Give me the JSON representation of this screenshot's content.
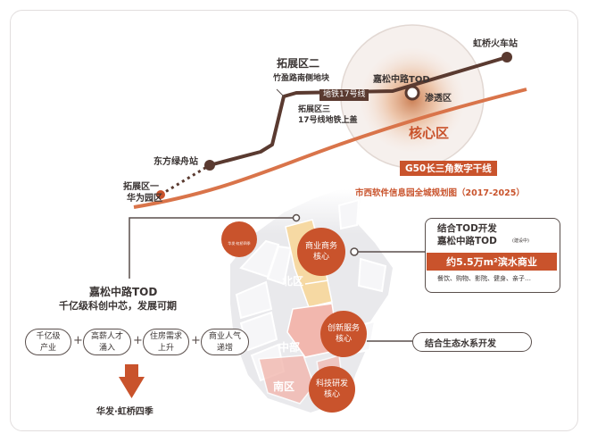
{
  "route": {
    "hongqiao_station": "虹桥火车站",
    "jiasong_tod": "嘉松中路TOD",
    "metro_line": "地铁17号线",
    "penetration_zone": "渗透区",
    "core_zone": "核心区",
    "expansion2_title": "拓展区二",
    "expansion2_sub": "竹盈路南侧地块",
    "expansion3_title": "拓展区三",
    "expansion3_sub": "17号线地铁上盖",
    "dongfang_station": "东方绿舟站",
    "expansion1_title": "拓展区一",
    "expansion1_sub": "华为园区"
  },
  "map": {
    "g50_label": "G50长三角数字干线",
    "plan_caption": "市西软件信息园全城规划图（2017-2025）",
    "logo_text": "华发·虹桥四季",
    "zone_north": "北区",
    "zone_middle": "中部",
    "zone_south": "南区",
    "core_commercial": "商业商务\n核心",
    "core_innovation": "创新服务\n核心",
    "core_tech": "科技研发\n核心"
  },
  "right_panel": {
    "line1": "结合TOD开发",
    "line2": "嘉松中路TOD",
    "line2_note": "(建设中)",
    "highlight": "约5.5万m²滨水商业",
    "amenities": "餐饮、购物、影院、健身、亲子…",
    "ecology": "结合生态水系开发"
  },
  "left_panel": {
    "title1": "嘉松中路TOD",
    "title2": "千亿级科创中芯，发展可期",
    "factors": [
      "千亿级\n产业",
      "高薪人才\n涌入",
      "住房需求\n上升",
      "商业人气\n递增"
    ],
    "result": "华发·虹桥四季"
  },
  "colors": {
    "accent": "#c9532c",
    "metro": "#5a3a30",
    "orange_line": "#d9744a",
    "zone_yellow": "#f6d9a3",
    "zone_pink": "#f2b7ae"
  }
}
